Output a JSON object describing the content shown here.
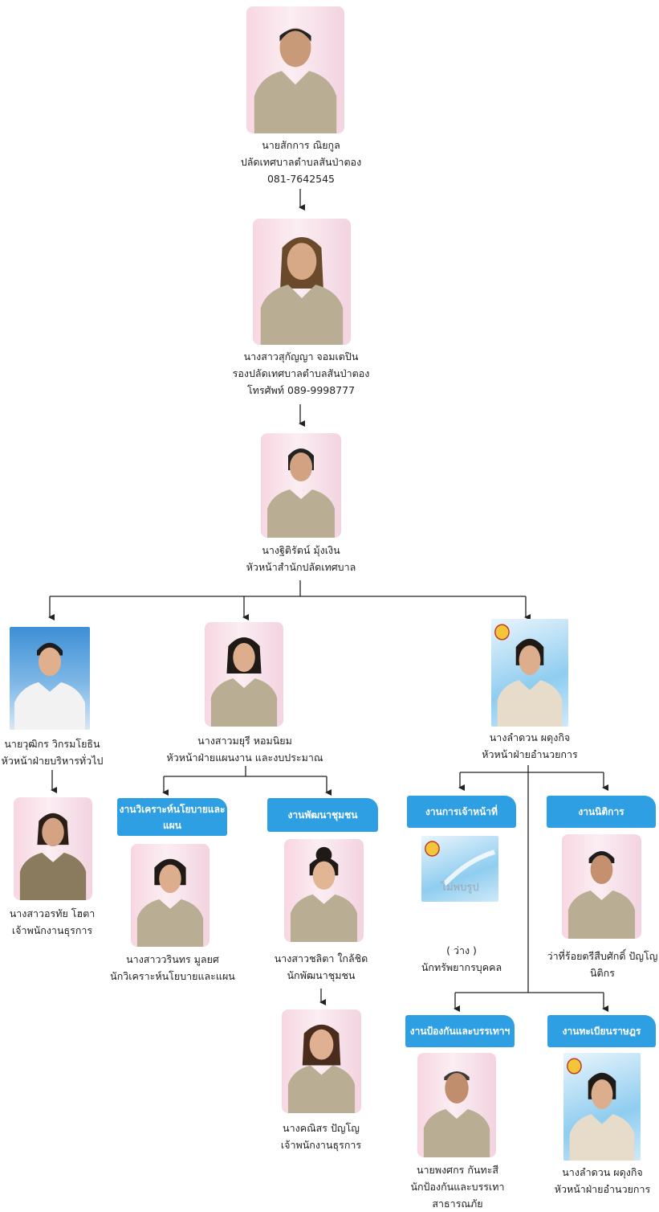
{
  "level1": {
    "name": "นายสักการ  ณิยกูล",
    "position": "ปลัดเทศบาลตำบลสันป่าตอง",
    "phone": "081-7642545"
  },
  "level2": {
    "name": "นางสาวสุกัญญา  จอมเตปิน",
    "position": "รองปลัดเทศบาลตำบลสันป่าตอง",
    "phone": "โทรศัพท์ 089-9998777"
  },
  "level3": {
    "name": "นางฐิติรัตน์ มุ้งเงิน",
    "position": "หัวหน้าสำนักปลัดเทศบาล"
  },
  "left": {
    "head": {
      "name": "นายวุฒิกร  วิกรมโยธิน",
      "position": "หัวหน้าฝ่ายบริหารทั่วไป"
    },
    "staff": {
      "name": "นางสาวอรทัย  โฮตา",
      "position": "เจ้าพนักงานธุรการ"
    }
  },
  "middle": {
    "head": {
      "name": "นางสาวมยุรี  หอมนิยม",
      "position": "หัวหน้าฝ่ายแผนงาน และงบประมาณ"
    },
    "unit1": {
      "title_line1": "งานวิเคราะห์นโยบายและ",
      "title_line2": "แผน",
      "name": "นางสาววรินทร  มูลยศ",
      "position": "นักวิเคราะห์นโยบายและแผน"
    },
    "unit2": {
      "title": "งานพัฒนาชุมชน",
      "name": "นางสาวชลิตา  ใกล้ชิด",
      "position": "นักพัฒนาชุมชน",
      "staff_name": "นางคณิสร  ปัญโญ",
      "staff_position": "เจ้าพนักงานธุรการ"
    }
  },
  "right": {
    "head": {
      "name": "นางลำดวน ผดุงกิจ",
      "position": "หัวหน้าฝ่ายอำนวยการ"
    },
    "unit1": {
      "title": "งานการเจ้าหน้าที่",
      "photo_label": "ไม่พบรูป",
      "vacant": "( ว่าง )",
      "position": "นักทรัพยากรบุคคล"
    },
    "unit2": {
      "title": "งานนิติการ",
      "name": "ว่าที่ร้อยตรีสืบศักดิ์ ปัญโญ",
      "position": "นิติกร"
    },
    "unit3": {
      "title": "งานป้องกันและบรรเทาฯ",
      "name": "นายพงศกร  กันทะสี",
      "position_line1": "นักป้องกันและบรรเทา",
      "position_line2": "สาธารณภัย"
    },
    "unit4": {
      "title": "งานทะเบียนราษฎร",
      "name": "นางลำดวน ผดุงกิจ",
      "position": "หัวหน้าฝ่ายอำนวยการ"
    }
  },
  "colors": {
    "tab": "#2f9fe3",
    "connector": "#222222",
    "uniform": "#b9ad93"
  }
}
